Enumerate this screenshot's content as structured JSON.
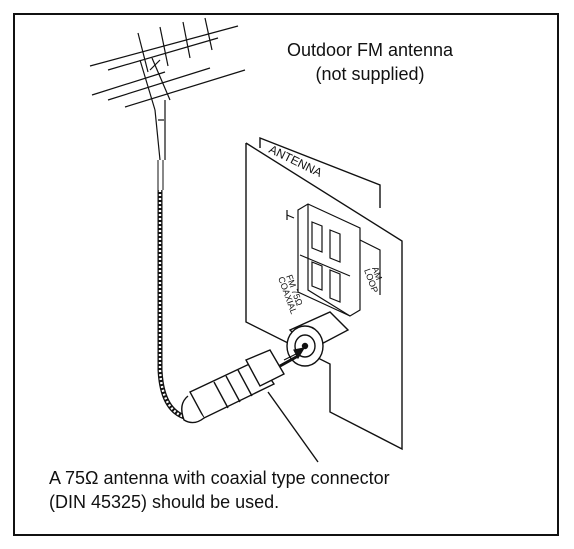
{
  "captions": {
    "antenna_line1": "Outdoor FM antenna",
    "antenna_line2": "(not supplied)",
    "note_line1": "A 75Ω antenna with coaxial type connector",
    "note_line2": "(DIN 45325) should be used."
  },
  "panel": {
    "title": "ANTENNA",
    "fm_label_1": "FM 75Ω",
    "fm_label_2": "COAXIAL",
    "am_label_1": "AM",
    "am_label_2": "LOOP"
  },
  "colors": {
    "line": "#111111",
    "background": "#ffffff"
  }
}
